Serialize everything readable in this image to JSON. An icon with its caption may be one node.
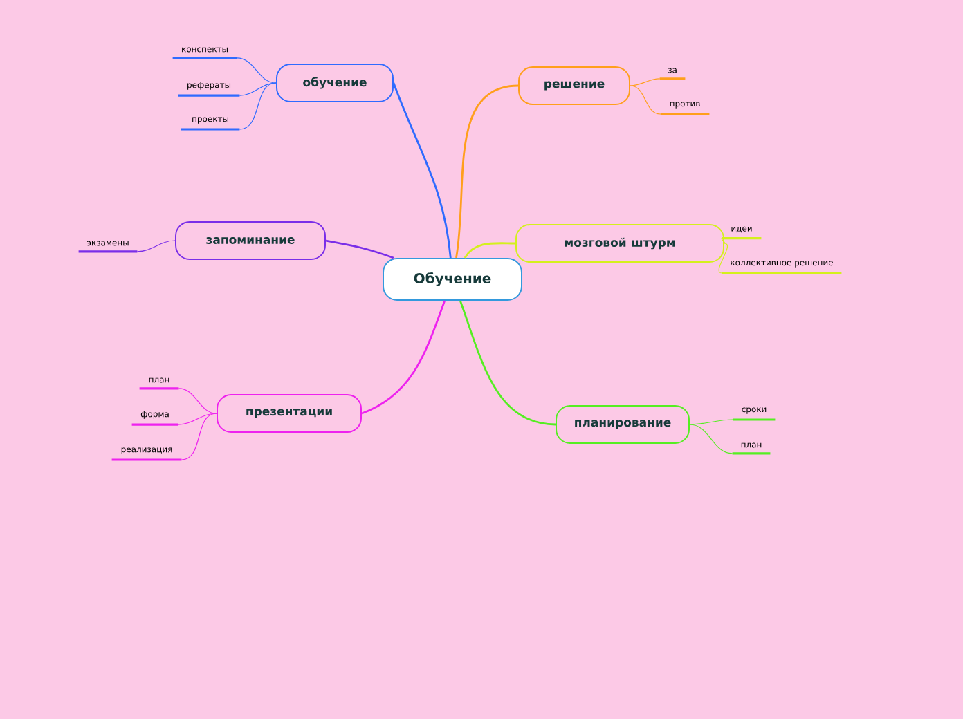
{
  "diagram": {
    "nodes": [
      {
        "text": [
          "Обучение"
        ]
      },
      {
        "text": [
          "обучение"
        ]
      },
      {
        "text": [
          "конспекты"
        ]
      },
      {
        "text": [
          "рефераты"
        ]
      },
      {
        "text": [
          "проекты"
        ]
      },
      {
        "text": [
          "запоминание"
        ]
      },
      {
        "text": [
          "экзамены"
        ]
      },
      {
        "text": [
          "презентации"
        ]
      },
      {
        "text": [
          "план"
        ]
      },
      {
        "text": [
          "форма"
        ]
      },
      {
        "text": [
          "реализация"
        ]
      },
      {
        "text": [
          "решение"
        ]
      },
      {
        "text": [
          "за"
        ]
      },
      {
        "text": [
          "против"
        ]
      },
      {
        "text": [
          "мозговой штурм"
        ]
      },
      {
        "text": [
          "идеи"
        ]
      },
      {
        "text": [
          "коллективное решение"
        ]
      },
      {
        "text": [
          "планирование"
        ]
      },
      {
        "text": [
          "сроки"
        ]
      },
      {
        "text": [
          "план"
        ]
      }
    ],
    "edges": [
      {
        "from": 0,
        "to": 1,
        "arrow": "none",
        "color": "#2f6bff"
      },
      {
        "from": 1,
        "to": 2,
        "arrow": "none",
        "color": "#2f6bff"
      },
      {
        "from": 1,
        "to": 3,
        "arrow": "none",
        "color": "#2f6bff"
      },
      {
        "from": 1,
        "to": 4,
        "arrow": "none",
        "color": "#2f6bff"
      },
      {
        "from": 0,
        "to": 5,
        "arrow": "none",
        "color": "#7a2ee8"
      },
      {
        "from": 5,
        "to": 6,
        "arrow": "none",
        "color": "#7a2ee8"
      },
      {
        "from": 0,
        "to": 7,
        "arrow": "none",
        "color": "#ee22ee"
      },
      {
        "from": 7,
        "to": 8,
        "arrow": "none",
        "color": "#ee22ee"
      },
      {
        "from": 7,
        "to": 9,
        "arrow": "none",
        "color": "#ee22ee"
      },
      {
        "from": 7,
        "to": 10,
        "arrow": "none",
        "color": "#ee22ee"
      },
      {
        "from": 0,
        "to": 11,
        "arrow": "none",
        "color": "#ff9f1c"
      },
      {
        "from": 11,
        "to": 12,
        "arrow": "none",
        "color": "#ff9f1c"
      },
      {
        "from": 11,
        "to": 13,
        "arrow": "none",
        "color": "#ff9f1c"
      },
      {
        "from": 0,
        "to": 14,
        "arrow": "none",
        "color": "#d4f01c"
      },
      {
        "from": 14,
        "to": 15,
        "arrow": "none",
        "color": "#d4f01c"
      },
      {
        "from": 14,
        "to": 16,
        "arrow": "none",
        "color": "#d4f01c"
      },
      {
        "from": 0,
        "to": 17,
        "arrow": "none",
        "color": "#55ee22"
      },
      {
        "from": 17,
        "to": 18,
        "arrow": "none",
        "color": "#55ee22"
      },
      {
        "from": 17,
        "to": 19,
        "arrow": "none",
        "color": "#55ee22"
      }
    ]
  }
}
